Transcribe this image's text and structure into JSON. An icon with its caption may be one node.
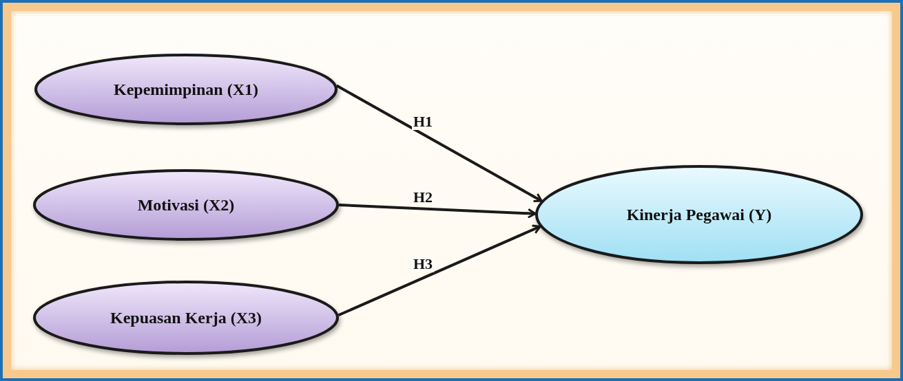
{
  "diagram": {
    "nodes": [
      {
        "text": [
          "Kepemimpinan (X1)"
        ]
      },
      {
        "text": [
          "Motivasi (X2)"
        ]
      },
      {
        "text": [
          "Kepuasan Kerja (X3)"
        ]
      },
      {
        "text": [
          "Kinerja Pegawai (Y)"
        ]
      }
    ],
    "edges": [
      {
        "from": 0,
        "to": 3,
        "arrow": "to",
        "label": "H1"
      },
      {
        "from": 1,
        "to": 3,
        "arrow": "to",
        "label": "H2"
      },
      {
        "from": 2,
        "to": 3,
        "arrow": "to",
        "label": "H3"
      }
    ]
  }
}
